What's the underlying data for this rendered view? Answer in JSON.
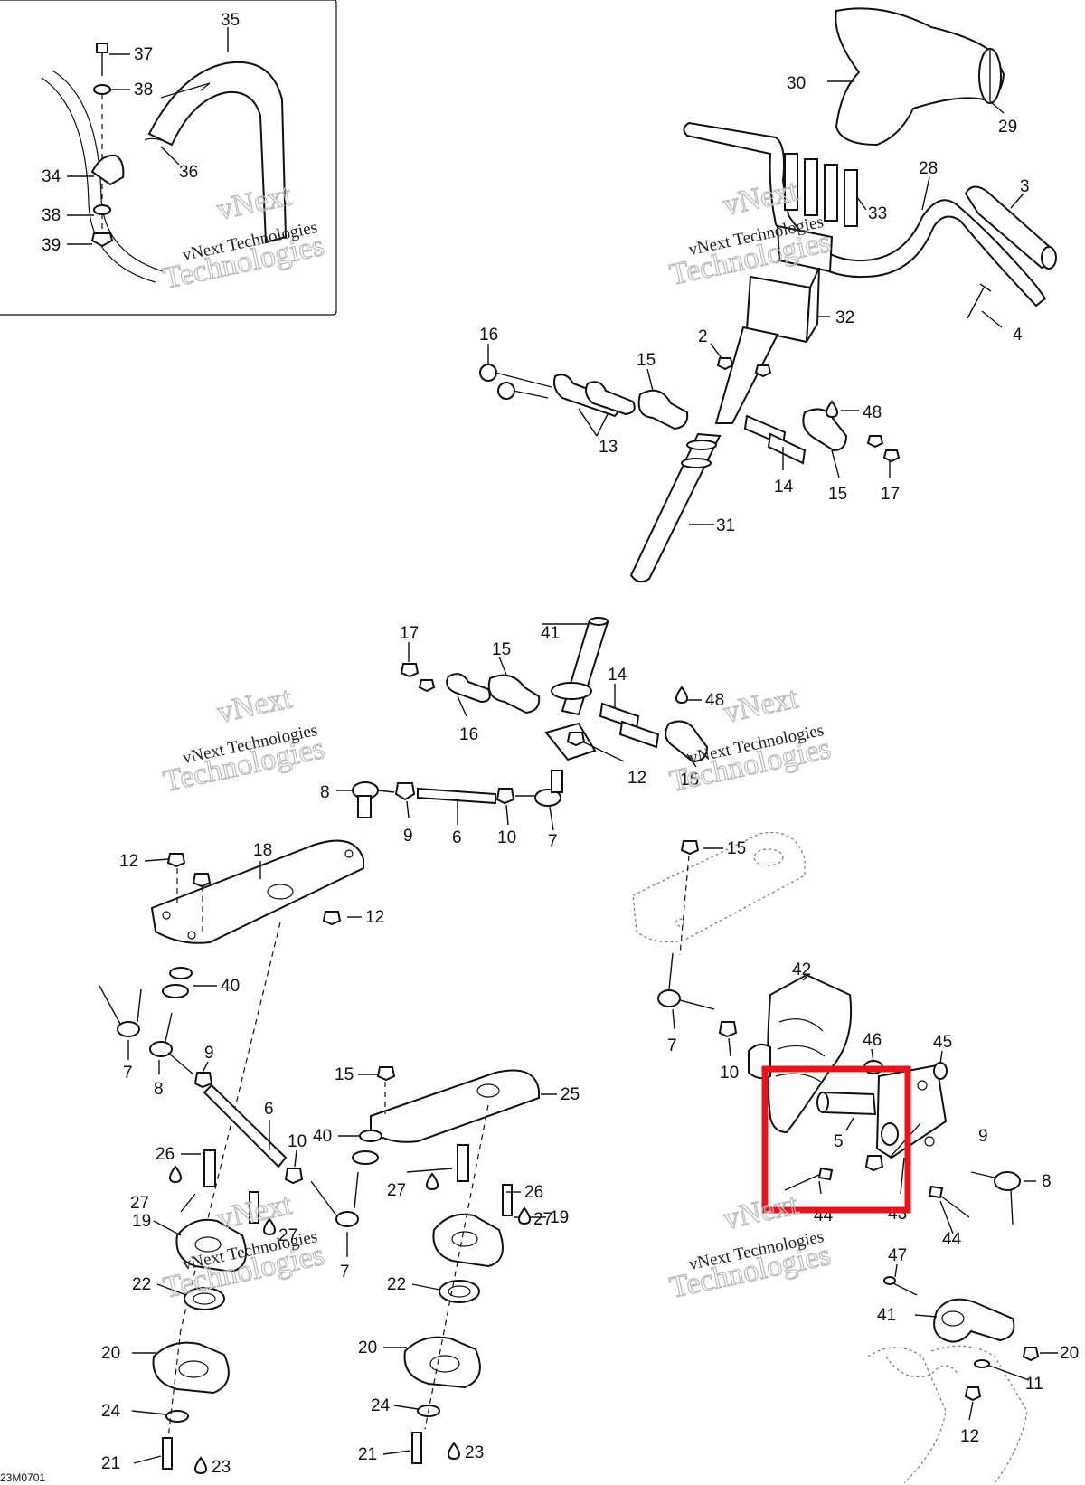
{
  "diagram": {
    "reference_code": "23M0701",
    "watermark": {
      "line1": "vNext Technologies",
      "line2": "vNext",
      "line3": "Technologies"
    },
    "highlight_color": "#e8141c",
    "labels": {
      "l35": "35",
      "l37": "37",
      "l38a": "38",
      "l34": "34",
      "l36": "36",
      "l38b": "38",
      "l39": "39",
      "l30": "30",
      "l29": "29",
      "l28": "28",
      "l3": "3",
      "l33": "33",
      "l32": "32",
      "l4": "4",
      "l16a": "16",
      "l2": "2",
      "l15a": "15",
      "l48a": "48",
      "l13": "13",
      "l14a": "14",
      "l15b": "15",
      "l17a": "17",
      "l31": "31",
      "l17b": "17",
      "l41a": "41",
      "l15c": "15",
      "l14b": "14",
      "l48b": "48",
      "l16b": "16",
      "l12a": "12",
      "l15d": "15",
      "l8a": "8",
      "l9a": "9",
      "l6a": "6",
      "l10a": "10",
      "l7a": "7",
      "l18": "18",
      "l12b": "12",
      "l12c": "12",
      "l40a": "40",
      "l7b": "7",
      "l8b": "8",
      "l9b": "9",
      "l6b": "6",
      "l15e": "15",
      "l25": "25",
      "l40b": "40",
      "l10b": "10",
      "l26a": "26",
      "l27a": "27",
      "l19a": "19",
      "l27b": "27",
      "l7c": "7",
      "l22a": "22",
      "l20a": "20",
      "l24a": "24",
      "l21a": "21",
      "l23a": "23",
      "l27c": "27",
      "l26b": "26",
      "l27d": "27",
      "l19b": "19",
      "l22b": "22",
      "l20b": "20",
      "l24b": "24",
      "l21b": "21",
      "l23b": "23",
      "l15f": "15",
      "l42": "42",
      "l46": "46",
      "l45": "45",
      "l7d": "7",
      "l10c": "10",
      "l5": "5",
      "l9c": "9",
      "l8c": "8",
      "l44a": "44",
      "l43": "43",
      "l44b": "44",
      "l47": "47",
      "l41b": "41",
      "l20c": "20",
      "l11": "11",
      "l12d": "12"
    }
  }
}
